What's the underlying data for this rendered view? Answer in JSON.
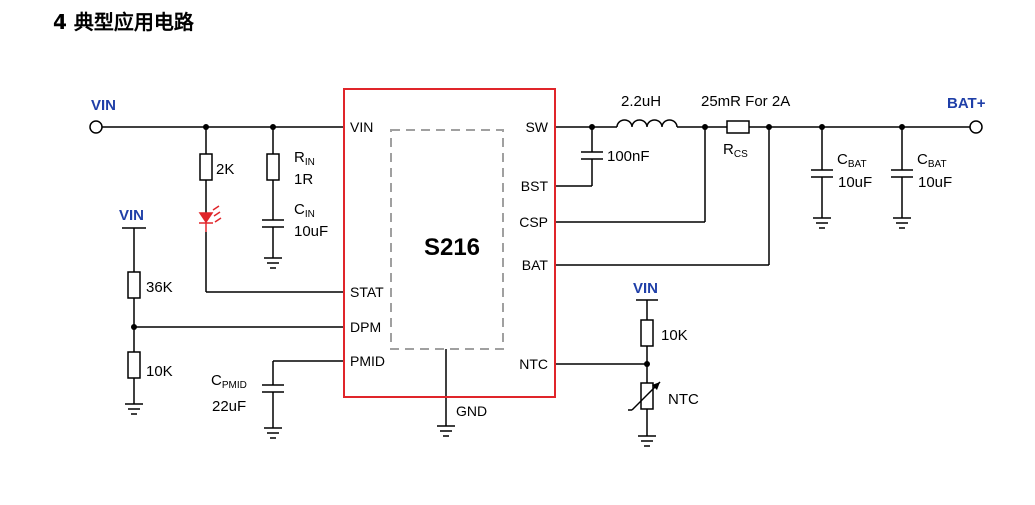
{
  "title": "4 典型应用电路",
  "chip": {
    "name": "S216",
    "pins_left": [
      "VIN",
      "STAT",
      "DPM",
      "PMID"
    ],
    "pins_right": [
      "SW",
      "BST",
      "CSP",
      "BAT",
      "NTC"
    ],
    "pin_bottom": "GND"
  },
  "nets": {
    "vin_input": "VIN",
    "vin_left": "VIN",
    "vin_ntc": "VIN",
    "bat_out": "BAT+"
  },
  "components": {
    "r_led": "2K",
    "r_in_main": "R",
    "r_in_sub": "IN",
    "r_in_value": "1R",
    "c_in_main": "C",
    "c_in_sub": "IN",
    "c_in_value": "10uF",
    "r_div_top": "36K",
    "r_div_bottom": "10K",
    "c_pmid_main": "C",
    "c_pmid_sub": "PMID",
    "c_pmid_value": "22uF",
    "c_bst": "100nF",
    "inductor": "2.2uH",
    "r_cs_note": "25mR For 2A",
    "r_cs_main": "R",
    "r_cs_sub": "CS",
    "c_bat1_main": "C",
    "c_bat1_sub": "BAT",
    "c_bat1_value": "10uF",
    "c_bat2_main": "C",
    "c_bat2_sub": "BAT",
    "c_bat2_value": "10uF",
    "r_ntc_top": "10K",
    "ntc": "NTC"
  },
  "colors": {
    "chip_border": "#e0252a",
    "led": "#e0252a",
    "net_label": "#1f3fa8",
    "dashed": "#a0a0a0"
  }
}
